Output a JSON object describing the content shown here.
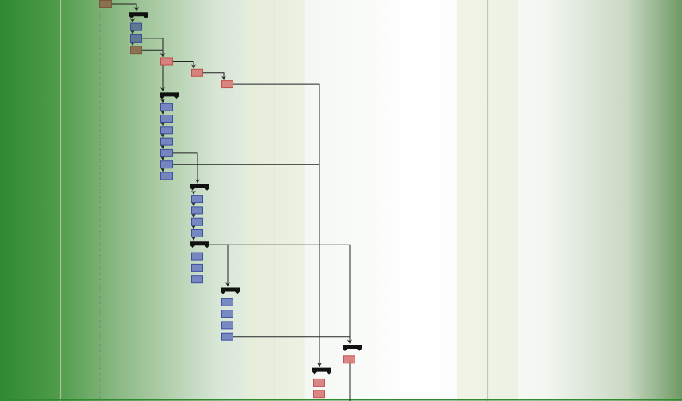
{
  "colors": {
    "brown": "#8a6a4e",
    "blue": "#6f7fc0",
    "blue_dark": "#5a7090",
    "red": "#d87a78",
    "summary": "#111111",
    "link": "#222222",
    "weekend": "#e8ecd6"
  },
  "timeline": {
    "weekend_day_ranges": [
      [
        4.7,
        6.7
      ],
      [
        11.7,
        13.7
      ]
    ],
    "day_lines": [
      -1.3,
      0,
      5.7,
      12.7
    ]
  },
  "tasks": [
    {
      "row": 0,
      "start": 0,
      "kind": "brown"
    },
    {
      "row": 1,
      "start": 1,
      "kind": "summary"
    },
    {
      "row": 2,
      "start": 1,
      "kind": "blue_dark"
    },
    {
      "row": 3,
      "start": 1,
      "kind": "blue_dark"
    },
    {
      "row": 4,
      "start": 1,
      "kind": "brown"
    },
    {
      "row": 5,
      "start": 2,
      "kind": "red"
    },
    {
      "row": 6,
      "start": 3,
      "kind": "red"
    },
    {
      "row": 7,
      "start": 4,
      "kind": "red"
    },
    {
      "row": 8,
      "start": 2,
      "kind": "summary"
    },
    {
      "row": 9,
      "start": 2,
      "kind": "blue"
    },
    {
      "row": 10,
      "start": 2,
      "kind": "blue"
    },
    {
      "row": 11,
      "start": 2,
      "kind": "blue"
    },
    {
      "row": 12,
      "start": 2,
      "kind": "blue"
    },
    {
      "row": 13,
      "start": 2,
      "kind": "blue"
    },
    {
      "row": 14,
      "start": 2,
      "kind": "blue"
    },
    {
      "row": 15,
      "start": 2,
      "kind": "blue"
    },
    {
      "row": 16,
      "start": 3,
      "kind": "summary"
    },
    {
      "row": 17,
      "start": 3,
      "kind": "blue"
    },
    {
      "row": 18,
      "start": 3,
      "kind": "blue"
    },
    {
      "row": 19,
      "start": 3,
      "kind": "blue"
    },
    {
      "row": 20,
      "start": 3,
      "kind": "blue"
    },
    {
      "row": 21,
      "start": 3,
      "kind": "summary"
    },
    {
      "row": 22,
      "start": 3,
      "kind": "blue"
    },
    {
      "row": 23,
      "start": 3,
      "kind": "blue"
    },
    {
      "row": 24,
      "start": 3,
      "kind": "blue"
    },
    {
      "row": 25,
      "start": 4,
      "kind": "summary"
    },
    {
      "row": 26,
      "start": 4,
      "kind": "blue"
    },
    {
      "row": 27,
      "start": 4,
      "kind": "blue"
    },
    {
      "row": 28,
      "start": 4,
      "kind": "blue"
    },
    {
      "row": 29,
      "start": 4,
      "kind": "blue"
    },
    {
      "row": 30,
      "start": 8,
      "kind": "summary"
    },
    {
      "row": 31,
      "start": 8,
      "kind": "red"
    },
    {
      "row": 32,
      "start": 7,
      "kind": "summary"
    },
    {
      "row": 33,
      "start": 7,
      "kind": "red"
    },
    {
      "row": 34,
      "start": 7,
      "kind": "red"
    }
  ],
  "dependencies": [
    [
      0,
      1
    ],
    [
      1,
      2
    ],
    [
      2,
      3
    ],
    [
      3,
      4
    ],
    [
      3,
      5
    ],
    [
      4,
      5
    ],
    [
      5,
      6
    ],
    [
      6,
      7
    ],
    [
      7,
      32
    ],
    [
      5,
      8
    ],
    [
      8,
      9
    ],
    [
      9,
      10
    ],
    [
      10,
      11
    ],
    [
      11,
      12
    ],
    [
      12,
      13
    ],
    [
      13,
      14
    ],
    [
      14,
      15
    ],
    [
      13,
      16
    ],
    [
      14,
      32
    ],
    [
      16,
      17
    ],
    [
      17,
      18
    ],
    [
      18,
      19
    ],
    [
      19,
      20
    ],
    [
      20,
      21
    ],
    [
      21,
      25
    ],
    [
      21,
      30
    ],
    [
      29,
      30
    ]
  ]
}
